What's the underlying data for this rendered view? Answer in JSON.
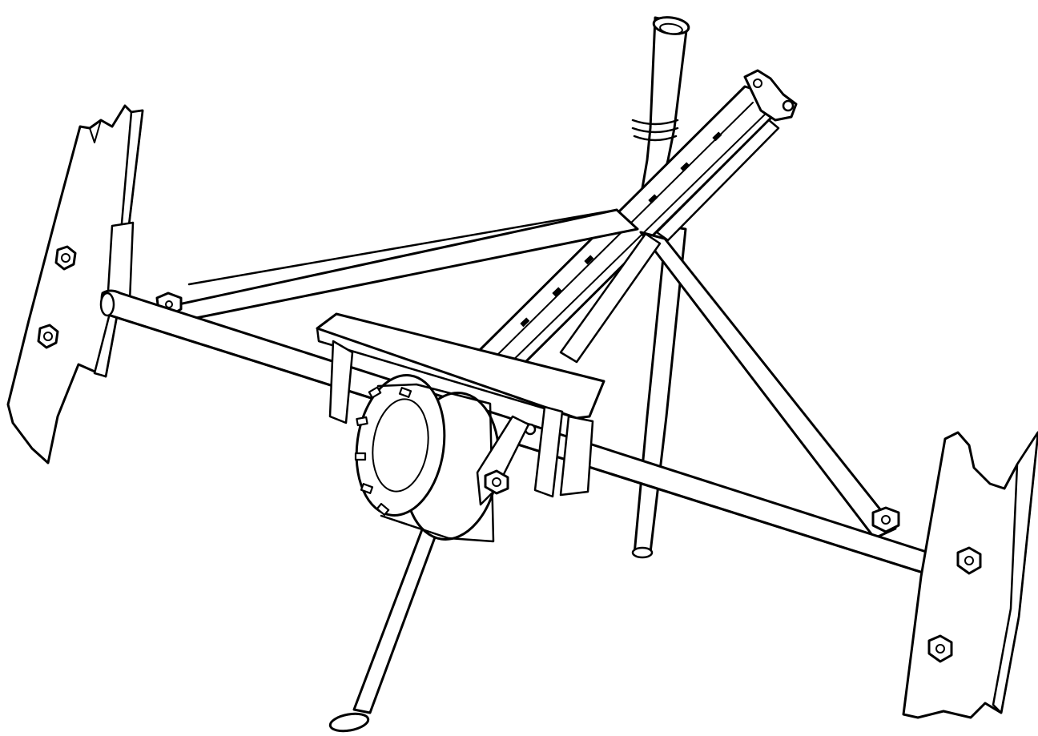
{
  "colors": {
    "ink": "#000000",
    "paper": "#ffffff"
  },
  "drawing": {
    "style": "black-and-white line art",
    "parts": [
      "left-side-plate",
      "right-side-plate",
      "cross-beam",
      "left-diagonal-brace",
      "right-diagonal-brace",
      "adjustable-link-arm",
      "vertical-tube",
      "bracket-cover",
      "drum-hub",
      "support-leg",
      "short-post"
    ]
  }
}
